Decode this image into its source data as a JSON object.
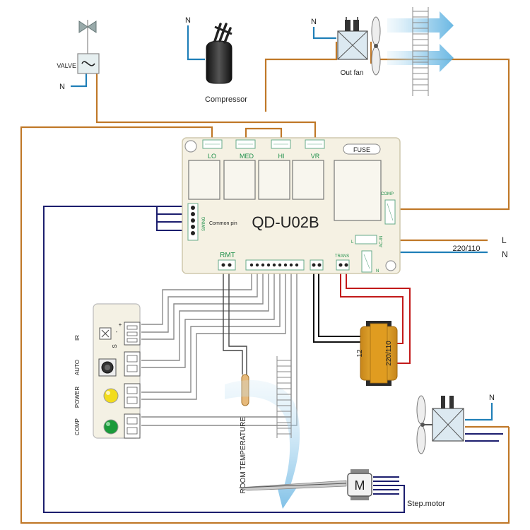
{
  "board": {
    "model": "QD-U02B",
    "relay_lo": "LO",
    "relay_med": "MED",
    "relay_hi": "HI",
    "relay_vr": "VR",
    "fuse": "FUSE",
    "comp": "COMP",
    "swing": "SWING",
    "common_pin": "Common pin",
    "rmt": "RMT",
    "trans": "TRANS",
    "l_pin": "L",
    "acin": "AC-IN",
    "n_pin": "N"
  },
  "components": {
    "valve": "VALVE",
    "valve_n": "N",
    "compressor": "Compressor",
    "compressor_n": "N",
    "out_fan": "Out fan",
    "out_fan_n": "N",
    "indoor_fan_n": "N",
    "step_motor": "Step.motor",
    "motor_letter": "M",
    "room_temp": "ROOM TEMPERATURE"
  },
  "power": {
    "l": "L",
    "n": "N",
    "voltage": "220/110"
  },
  "transformer": {
    "primary": "220/110",
    "secondary": "12"
  },
  "display_panel": {
    "ir": "IR",
    "auto": "AUTO",
    "power": "POWER",
    "comp": "COMP",
    "s_pin": "S",
    "minus_pin": "-",
    "plus_pin": "+"
  },
  "colors": {
    "brown_wire": "#c07828",
    "blue_wire": "#1f7fb8",
    "navy_wire": "#1c1e6e",
    "red_wire": "#c21a1a",
    "black_wire": "#111111",
    "gray_wire": "#8a8a8a",
    "board_fill": "#f5f1e3",
    "board_text": "#1e8f4a",
    "led_yellow": "#f2dc1c",
    "led_green": "#1a9a3a",
    "transformer": "#e8a520"
  }
}
